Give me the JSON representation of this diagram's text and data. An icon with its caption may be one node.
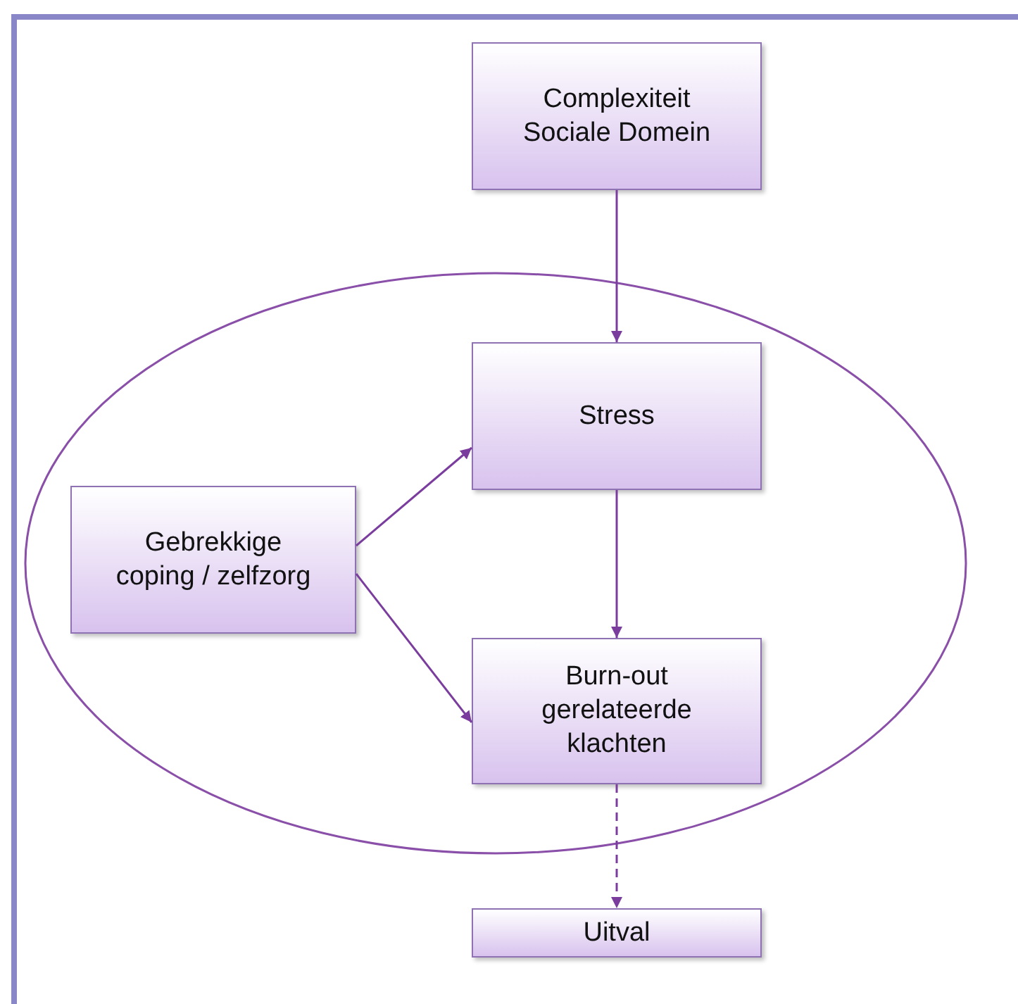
{
  "diagram": {
    "nodes": [
      {
        "text": [
          "Complexiteit Sociale Domein"
        ]
      },
      {
        "text": [],
        "shape": "ellipse"
      },
      {
        "text": [
          "Gebrekkige coping / zelfzorg"
        ],
        "in": 1
      },
      {
        "text": [
          "Stress"
        ],
        "in": 1
      },
      {
        "text": [
          "Burn-out gerelateerde klachten"
        ],
        "in": 1
      },
      {
        "text": [
          "Uitval"
        ]
      }
    ],
    "edges": [
      {
        "from": 0,
        "to": 3,
        "arrow": "to"
      },
      {
        "from": 2,
        "to": 3,
        "arrow": "to"
      },
      {
        "from": 2,
        "to": 4,
        "arrow": "to"
      },
      {
        "from": 3,
        "to": 4,
        "arrow": "to"
      },
      {
        "from": 4,
        "to": 5,
        "arrow": "to",
        "style": "dashed"
      }
    ]
  }
}
